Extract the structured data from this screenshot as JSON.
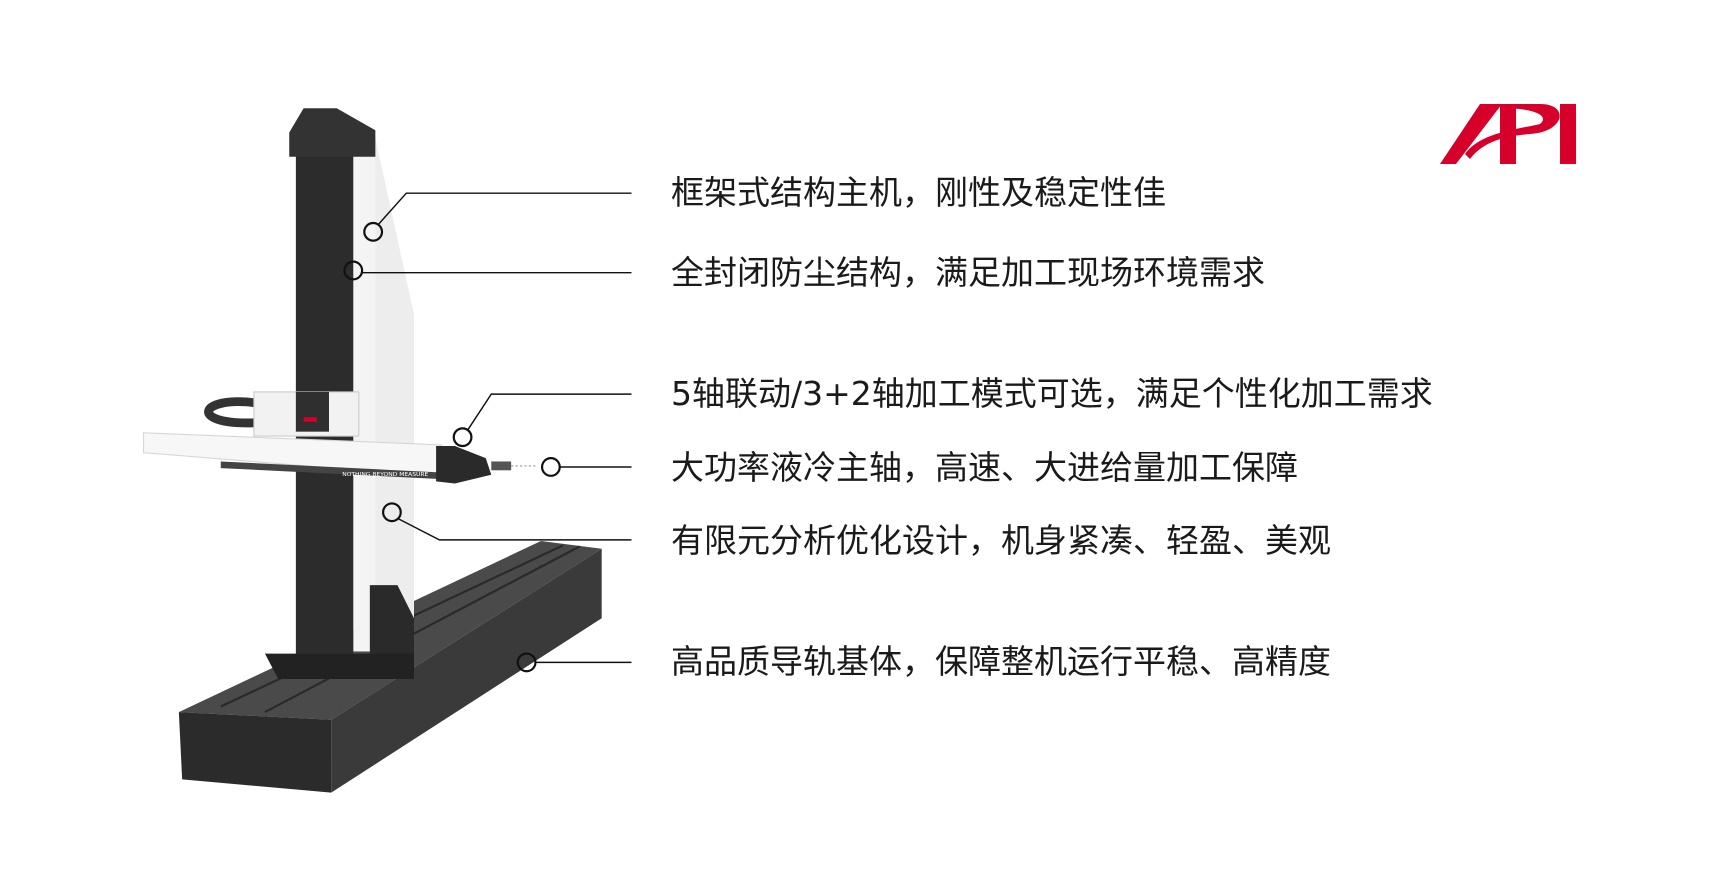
{
  "brand": {
    "logo_text": "API",
    "color": "#d7002a"
  },
  "product": {
    "arm_label": "NOTHING BEYOND MEASURE"
  },
  "features": [
    "框架式结构主机，刚性及稳定性佳",
    "全封闭防尘结构，满足加工现场环境需求",
    "5轴联动/3+2轴加工模式可选，满足个性化加工需求",
    "大功率液冷主轴，高速、大进给量加工保障",
    "有限元分析优化设计，机身紧凑、轻盈、美观",
    "高品质导轨基体，保障整机运行平稳、高精度"
  ]
}
